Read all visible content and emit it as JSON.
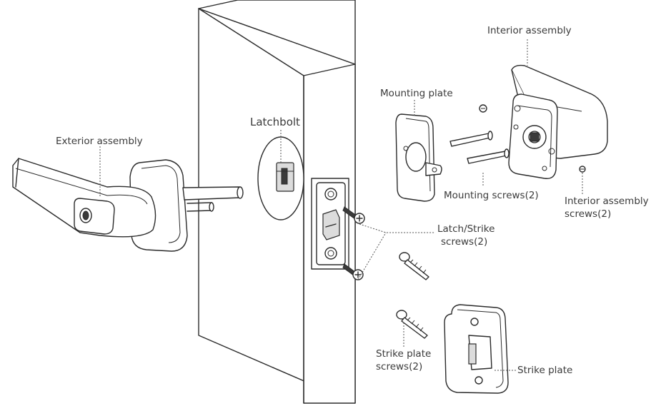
{
  "labels": {
    "interior_assembly": "Interior assembly",
    "mounting_plate": "Mounting plate",
    "latchbolt": "Latchbolt",
    "exterior_assembly": "Exterior assembly",
    "mounting_screws": "Mounting screws(2)",
    "interior_assembly_screws_line1": "Interior assembly",
    "interior_assembly_screws_line2": "screws(2)",
    "latch_strike_screws_line1": "Latch/Strike",
    "latch_strike_screws_line2": "screws(2)",
    "strike_plate_screws_line1": "Strike plate",
    "strike_plate_screws_line2": "screws(2)",
    "strike_plate": "Strike plate"
  },
  "colors": {
    "line": "#2b2b2b",
    "label": "#3a3a3a",
    "background": "#ffffff"
  }
}
